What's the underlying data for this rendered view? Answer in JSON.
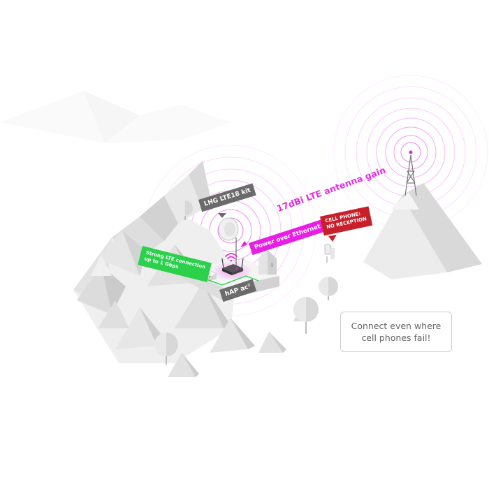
{
  "labels": {
    "kit": "LHG LTE18 kit",
    "gain": "17dBi LTE antenna gain",
    "poe": "Power over Ethernet",
    "strong_line1": "Strong LTE connection",
    "strong_line2": "up to 1 Gbps",
    "hap": "hAP ac²",
    "phone_line1": "CELL PHONE:",
    "phone_line2": "NO RECEPTION"
  },
  "callout": {
    "text": "Connect even where cell phones fail!"
  },
  "colors": {
    "mountain_light": "#f2f2f2",
    "mountain_mid": "#e2e2e2",
    "mountain_dark": "#d0d0d0",
    "signal_pink": "#e61ee6",
    "label_gray": "#6b6b6b",
    "label_green": "#2bd14a",
    "label_red": "#c8202a",
    "cable_green": "#2bd14a"
  },
  "icons": [
    "cell-tower-icon",
    "wifi-icon",
    "router-icon",
    "antenna-dish-icon",
    "phone-icon",
    "tree-icon"
  ]
}
